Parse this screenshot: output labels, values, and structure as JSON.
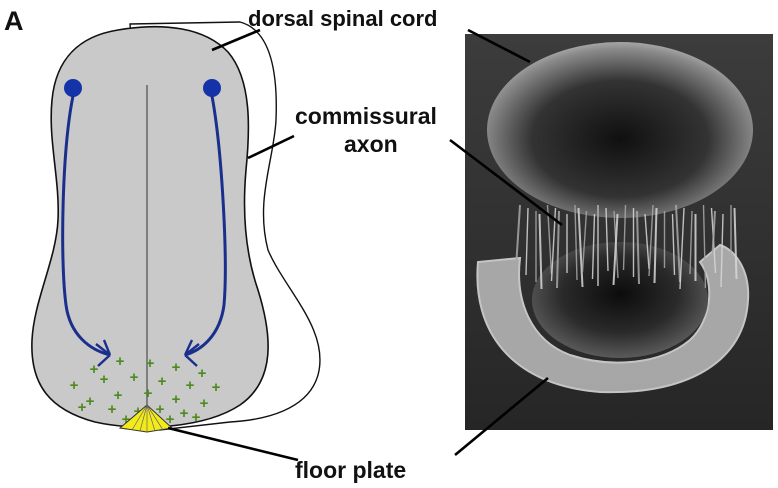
{
  "figure": {
    "panel_letter": "A",
    "labels": {
      "dorsal_spinal_cord": "dorsal spinal cord",
      "commissural_line1": "commissural",
      "commissural_line2": "axon",
      "floor_plate": "floor plate"
    },
    "markers": {
      "plus_glyph": "+"
    }
  },
  "colors": {
    "tissue_fill": "#c9c9c9",
    "axon": "#1a2f8c",
    "cell_body": "#1533a8",
    "chemoattractant": "#4c8a1e",
    "floor_plate": "#f2ea1a",
    "micrograph_bg": "#2b2b2b"
  }
}
